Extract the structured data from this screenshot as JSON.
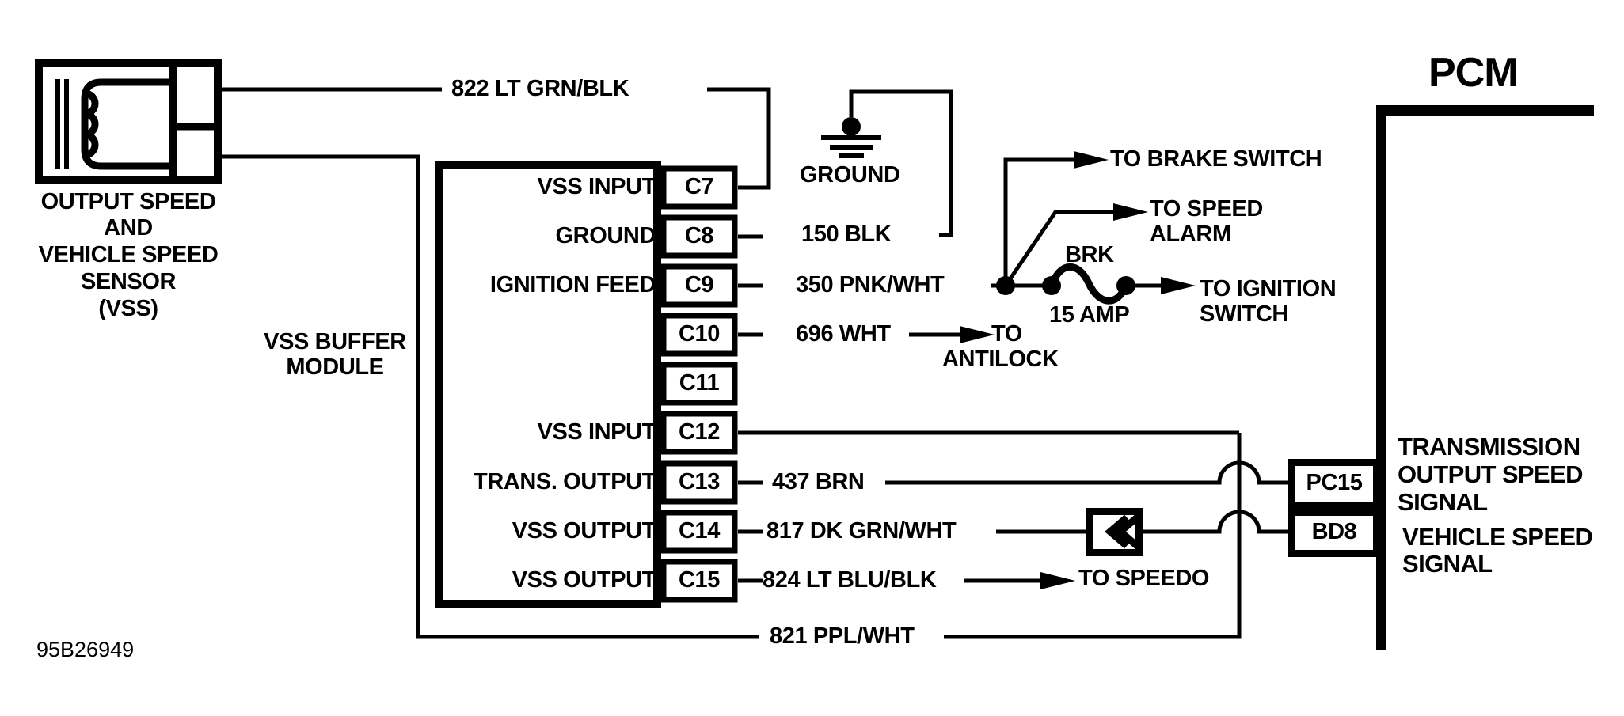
{
  "colors": {
    "ink": "#000000",
    "paper": "#ffffff"
  },
  "footer": {
    "figure_id": "95B26949"
  },
  "sensor": {
    "label_lines": [
      "OUTPUT SPEED",
      "AND",
      "VEHICLE SPEED",
      "SENSOR",
      "(VSS)"
    ]
  },
  "module": {
    "name_line1": "VSS BUFFER",
    "name_line2": "MODULE",
    "pins": [
      {
        "id": "C7",
        "function": "VSS INPUT"
      },
      {
        "id": "C8",
        "function": "GROUND"
      },
      {
        "id": "C9",
        "function": "IGNITION FEED"
      },
      {
        "id": "C10",
        "function": ""
      },
      {
        "id": "C11",
        "function": ""
      },
      {
        "id": "C12",
        "function": "VSS INPUT"
      },
      {
        "id": "C13",
        "function": "TRANS. OUTPUT"
      },
      {
        "id": "C14",
        "function": "VSS OUTPUT"
      },
      {
        "id": "C15",
        "function": "VSS OUTPUT"
      }
    ]
  },
  "wires": {
    "w822": "822 LT GRN/BLK",
    "w150": "150 BLK",
    "w350": "350 PNK/WHT",
    "w696": "696 WHT",
    "w437": "437 BRN",
    "w817": "817 DK GRN/WHT",
    "w824": "824 LT BLU/BLK",
    "w821": "821 PPL/WHT"
  },
  "annotations": {
    "ground": "GROUND",
    "to_brake_switch": "TO BRAKE SWITCH",
    "to_speed_alarm_1": "TO SPEED",
    "to_speed_alarm_2": "ALARM",
    "fuse_name": "BRK",
    "fuse_rating": "15 AMP",
    "to_ignition_1": "TO IGNITION",
    "to_ignition_2": "SWITCH",
    "to_antilock_1": "TO",
    "to_antilock_2": "ANTILOCK",
    "to_speedo": "TO SPEEDO"
  },
  "pcm": {
    "title": "PCM",
    "connectors": [
      {
        "id": "PC15",
        "signal_lines": [
          "TRANSMISSION",
          "OUTPUT SPEED",
          "SIGNAL"
        ]
      },
      {
        "id": "BD8",
        "signal_lines": [
          "VEHICLE SPEED",
          "SIGNAL"
        ]
      }
    ]
  }
}
